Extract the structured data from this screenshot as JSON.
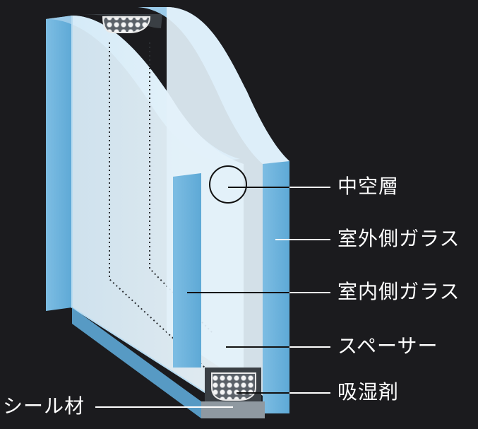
{
  "labels": {
    "air_layer": "中空層",
    "outer_glass": "室外側ガラス",
    "inner_glass": "室内側ガラス",
    "spacer": "スペーサー",
    "desiccant": "吸湿剤",
    "sealant": "シール材"
  },
  "colors": {
    "background": "#1b1b1e",
    "glass_front": "#e6f3fb",
    "glass_edge": "#6fb3dc",
    "glass_side": "#a9d3ee",
    "spacer": "#3a3f44",
    "sealant": "#8f99a1",
    "leader": "#ffffff"
  }
}
